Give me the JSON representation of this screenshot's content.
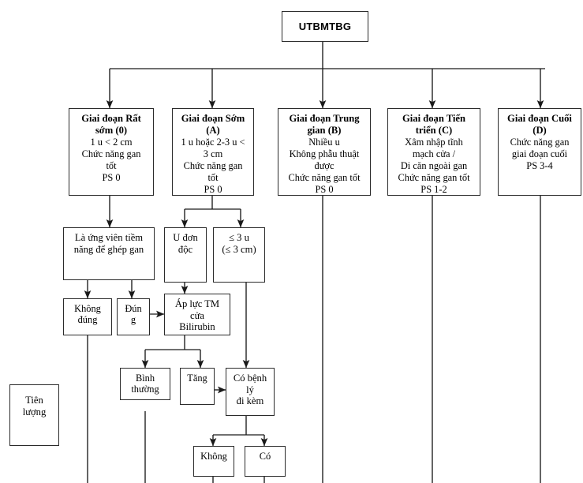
{
  "diagram": {
    "title": "UTBMTBG",
    "language": "vi",
    "kind": "clinical-staging-flowchart"
  },
  "root": {
    "label": "UTBMTBG"
  },
  "stages": [
    {
      "id": "stage-0",
      "heading": "Giai đoạn Rất sớm (0)",
      "heading_line1": "Giai đoạn Rất",
      "heading_line2": "sớm (0)",
      "lines": [
        "1 u < 2 cm",
        "Chức năng gan",
        "tốt",
        "PS 0"
      ]
    },
    {
      "id": "stage-a",
      "heading": "Giai đoạn Sớm (A)",
      "heading_line1": "Giai đoạn Sớm",
      "heading_line2": "(A)",
      "lines": [
        "1 u hoặc 2-3 u <",
        "3 cm",
        "Chức năng gan",
        "tốt",
        "PS 0"
      ]
    },
    {
      "id": "stage-b",
      "heading": "Giai đoạn Trung gian (B)",
      "heading_line1": "Giai đoạn Trung",
      "heading_line2": "gian (B)",
      "lines": [
        "Nhiều u",
        "Không phẫu thuật",
        "được",
        "Chức năng gan tốt",
        "PS 0"
      ]
    },
    {
      "id": "stage-c",
      "heading": "Giai đoạn Tiến triển (C)",
      "heading_line1": "Giai đoạn Tiến",
      "heading_line2": "triển (C)",
      "lines": [
        "Xâm nhập tĩnh",
        "mạch cửa /",
        "Di căn ngoài gan",
        "Chức năng gan tốt",
        "PS 1-2"
      ]
    },
    {
      "id": "stage-d",
      "heading": "Giai đoạn Cuối (D)",
      "heading_line1": "Giai đoạn Cuối",
      "heading_line2": "(D)",
      "lines": [
        "Chức năng gan",
        "giai đoạn cuối",
        "PS 3-4"
      ]
    }
  ],
  "nodes": {
    "transplant_candidate": {
      "line1": "Là ứng viên tiềm",
      "line2": "năng để ghép gan"
    },
    "single_tumor": {
      "line1": "U đơn",
      "line2": "độc"
    },
    "three_tumors": {
      "line1": "≤ 3 u",
      "line2": "(≤ 3 cm)"
    },
    "not_correct": {
      "line1": "Không",
      "line2": "đúng"
    },
    "correct": {
      "line1": "Đún",
      "line2": "g"
    },
    "portal_pressure": {
      "line1": "Áp lực TM",
      "line2": "cửa",
      "line3": "Bilirubin"
    },
    "normal": {
      "line1": "Bình",
      "line2": "thường"
    },
    "increased": {
      "line1": "Tăng"
    },
    "comorbidity": {
      "line1": "Có bệnh",
      "line2": "lý",
      "line3": "đi kèm"
    },
    "no": {
      "line1": "Không"
    },
    "yes": {
      "line1": "Có"
    },
    "prognosis": {
      "line1": "Tiên",
      "line2": "lượng"
    }
  },
  "colors": {
    "stroke": "#2b2b2b",
    "wire": "#1a1a1a",
    "background": "#ffffff",
    "text": "#000000"
  }
}
